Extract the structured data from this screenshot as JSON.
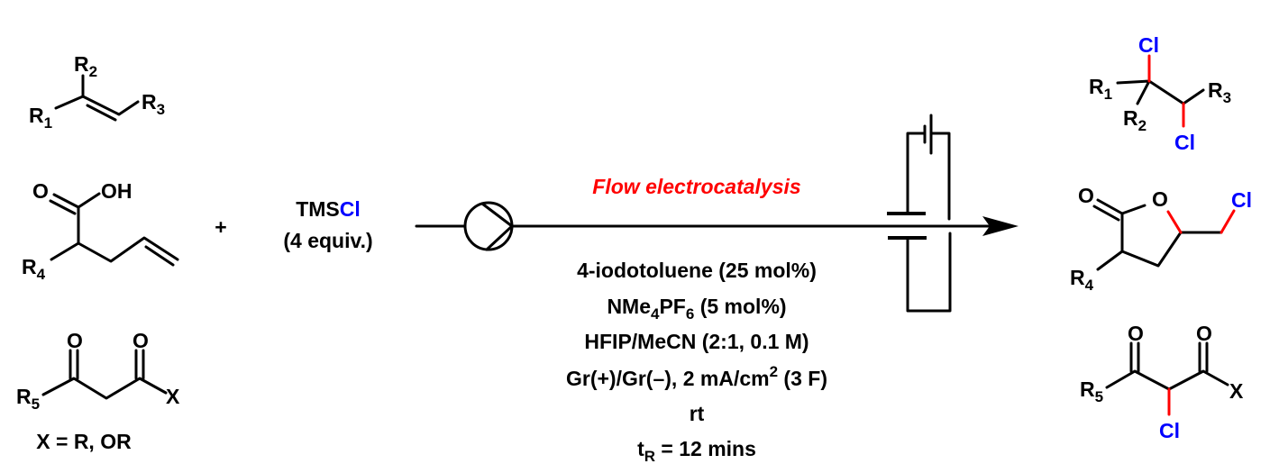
{
  "reactants": {
    "alkene": {
      "r1": "R",
      "r1_sub": "1",
      "r2": "R",
      "r2_sub": "2",
      "r3": "R",
      "r3_sub": "3"
    },
    "acid": {
      "o": "O",
      "oh": "OH",
      "r4": "R",
      "r4_sub": "4"
    },
    "dicarbonyl": {
      "o1": "O",
      "o2": "O",
      "r5": "R",
      "r5_sub": "5",
      "x": "X",
      "note": "X = R, OR"
    }
  },
  "plus": "+",
  "reagent": {
    "tms": "TMS",
    "cl": "Cl",
    "equiv": "(4 equiv.)"
  },
  "arrow": {
    "title": "Flow electrocatalysis",
    "conditions": {
      "line1": "4-iodotoluene (25 mol%)",
      "line2_a": "NMe",
      "line2_sub1": "4",
      "line2_b": "PF",
      "line2_sub2": "6",
      "line2_c": " (5 mol%)",
      "line3": "HFIP/MeCN (2:1, 0.1 M)",
      "line4_a": "Gr(+)/Gr(–), 2 mA/cm",
      "line4_sup": "2",
      "line4_b": " (3 F)",
      "line5": "rt",
      "line6_a": "t",
      "line6_sub": "R",
      "line6_b": " = 12 mins"
    }
  },
  "products": {
    "dichloride": {
      "cl1": "Cl",
      "cl2": "Cl",
      "r1": "R",
      "r1_sub": "1",
      "r2": "R",
      "r2_sub": "2",
      "r3": "R",
      "r3_sub": "3"
    },
    "lactone": {
      "o1": "O",
      "o2": "O",
      "cl": "Cl",
      "r4": "R",
      "r4_sub": "4"
    },
    "chloro_dicarbonyl": {
      "o1": "O",
      "o2": "O",
      "r5": "R",
      "r5_sub": "5",
      "x": "X",
      "cl": "Cl"
    }
  },
  "colors": {
    "chlorine": "#0000ff",
    "new_bond": "#ff0000",
    "title": "#ff0000"
  }
}
